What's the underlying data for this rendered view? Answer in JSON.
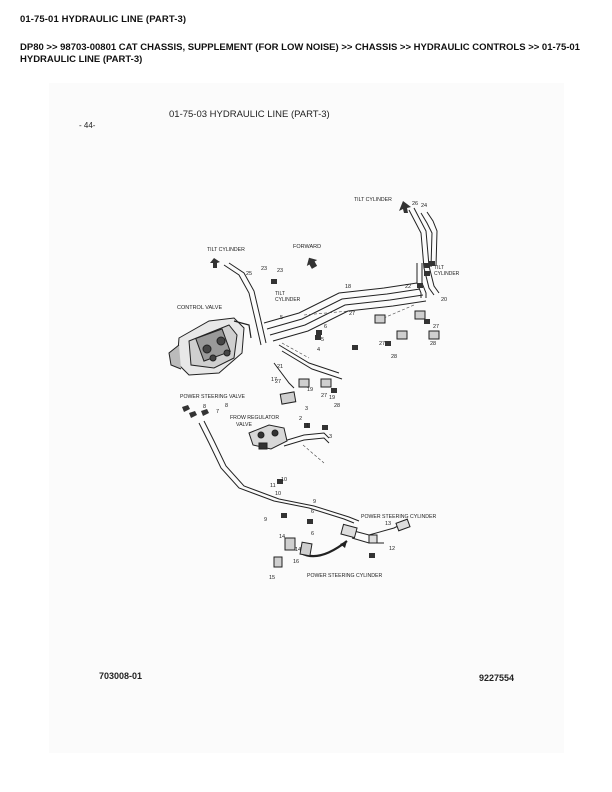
{
  "header": {
    "title": "01-75-01 HYDRAULIC LINE (PART-3)",
    "breadcrumb": "DP80 >> 98703-00801 CAT CHASSIS, SUPPLEMENT (FOR LOW NOISE) >> CHASSIS >> HYDRAULIC CONTROLS >> 01-75-01 HYDRAULIC LINE (PART-3)"
  },
  "sheet": {
    "page_no": "- 44-",
    "section_title": "01-75-03   HYDRAULIC LINE (PART-3)",
    "drawing_no": "703008-01",
    "part_no": "9227554"
  },
  "labels": {
    "tilt_cylinder_top": "TILT CYLINDER",
    "tilt_cylinder_left": "TILT CYLINDER",
    "tilt_cylinder_mid": "TILT\nCYLINDER",
    "tilt_cylinder_right": "TILT\nCYLINDER",
    "forward": "FORWARD",
    "control_valve": "CONTROL VALVE",
    "power_steering_valve": "POWER STEERING VALVE",
    "flow_regulator_valve": "FROW REGULATOR\nVALVE",
    "ps_cylinder_right": "POWER STEERING CYLINDER",
    "ps_cylinder_bottom": "POWER STEERING CYLINDER"
  },
  "callouts": [
    "1",
    "2",
    "3",
    "4",
    "5",
    "6",
    "7",
    "8",
    "9",
    "10",
    "11",
    "12",
    "13",
    "14",
    "15",
    "16",
    "17",
    "18",
    "19",
    "20",
    "21",
    "22",
    "23",
    "24",
    "25",
    "26",
    "27",
    "28"
  ]
}
